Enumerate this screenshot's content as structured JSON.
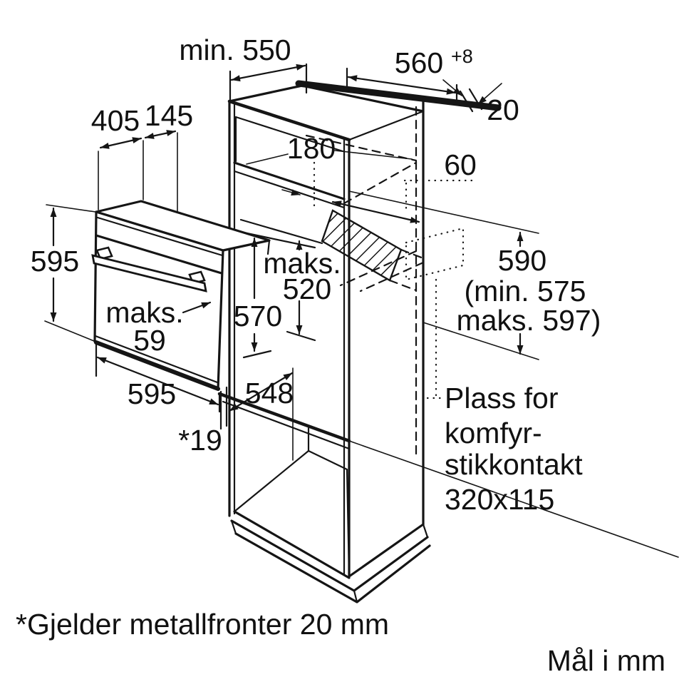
{
  "figure": {
    "kind": "built-in oven installation diagram",
    "line_color": "#151515",
    "background": "#ffffff"
  },
  "dims": {
    "cabinet_min_depth": "min. 550",
    "niche_width": "560",
    "niche_width_tolerance": "+8",
    "rear_wall_thickness": "20",
    "oven_top_depth_rear": "405",
    "oven_top_depth_front": "145",
    "top_compartment_height": "180",
    "socket_offset": "60",
    "oven_height": "595",
    "oven_body_depth": "570",
    "recess_prefix": "maks.",
    "recess_depth": "520",
    "front_overhang_prefix": "maks.",
    "front_overhang": "59",
    "niche_height": "590",
    "niche_height_min": "(min.  575",
    "niche_height_max": "maks. 597)",
    "oven_width": "595",
    "bottom_interior_depth": "548",
    "front_gap": "*19"
  },
  "notes": {
    "socket_line1": "Plass for",
    "socket_line2": "komfyr-",
    "socket_line3": "stikkontakt",
    "socket_line4": "320x115",
    "footnote": "*Gjelder metallfronter 20 mm",
    "units": "Mål i mm"
  }
}
